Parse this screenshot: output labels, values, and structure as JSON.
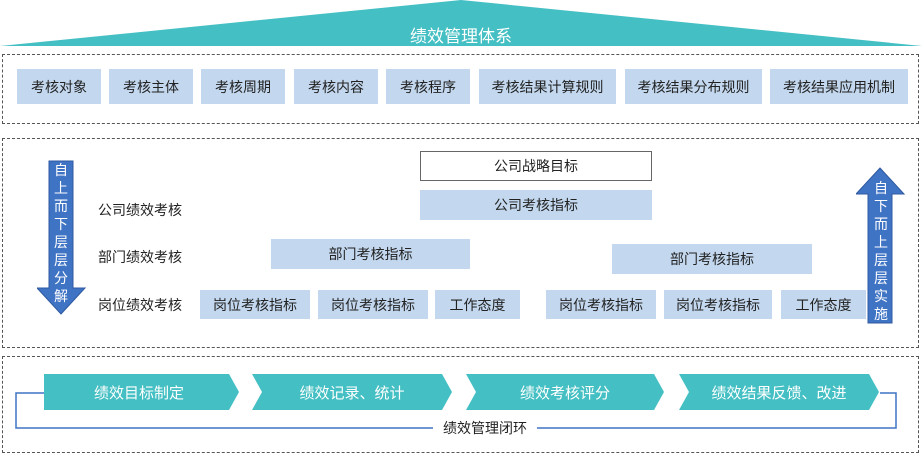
{
  "title": "绩效管理体系",
  "elements": [
    "考核对象",
    "考核主体",
    "考核周期",
    "考核内容",
    "考核程序",
    "考核结果计算规则",
    "考核结果分布规则",
    "考核结果应用机制"
  ],
  "middle": {
    "strategy": "公司战略目标",
    "company_indicator": "公司考核指标",
    "dept_indicator_left": "部门考核指标",
    "dept_indicator_right": "部门考核指标",
    "row_labels": {
      "company": "公司绩效考核",
      "dept": "部门绩效考核",
      "post": "岗位绩效考核"
    },
    "post_left": [
      "岗位考核指标",
      "岗位考核指标",
      "工作态度"
    ],
    "post_right": [
      "岗位考核指标",
      "岗位考核指标",
      "工作态度"
    ],
    "left_arrow_chars": [
      "自",
      "上",
      "而",
      "下",
      "层",
      "层",
      "分",
      "解"
    ],
    "right_arrow_chars": [
      "自",
      "下",
      "而",
      "上",
      "层",
      "层",
      "实",
      "施"
    ]
  },
  "cycle": {
    "steps": [
      "绩效目标制定",
      "绩效记录、统计",
      "绩效考核评分",
      "绩效结果反馈、改进"
    ],
    "loop_label": "绩效管理闭环"
  },
  "colors": {
    "teal": "#44bfc3",
    "light_blue": "#c3d8ef",
    "arrow_blue": "#3f73c4"
  }
}
